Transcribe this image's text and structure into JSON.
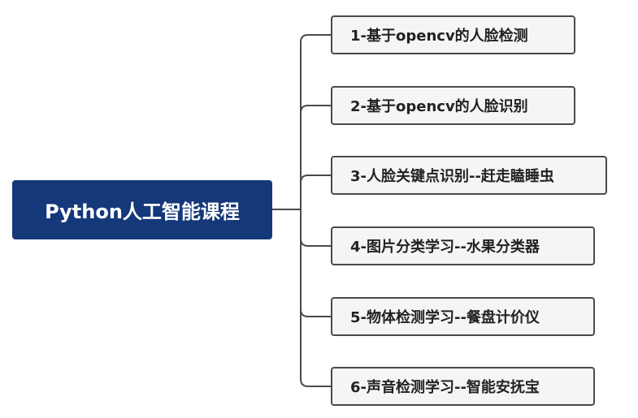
{
  "colors": {
    "root_fill": "#15387a",
    "root_text": "#ffffff",
    "branch_fill": "#f5f5f5",
    "branch_border": "#4a4a4a",
    "connector": "#4a4a4a"
  },
  "root": {
    "label": "Python人工智能课程"
  },
  "branches": [
    {
      "label": "1-基于opencv的人脸检测"
    },
    {
      "label": "2-基于opencv的人脸识别"
    },
    {
      "label": "3-人脸关键点识别--赶走瞌睡虫"
    },
    {
      "label": "4-图片分类学习--水果分类器"
    },
    {
      "label": "5-物体检测学习--餐盘计价仪"
    },
    {
      "label": "6-声音检测学习--智能安抚宝"
    }
  ]
}
